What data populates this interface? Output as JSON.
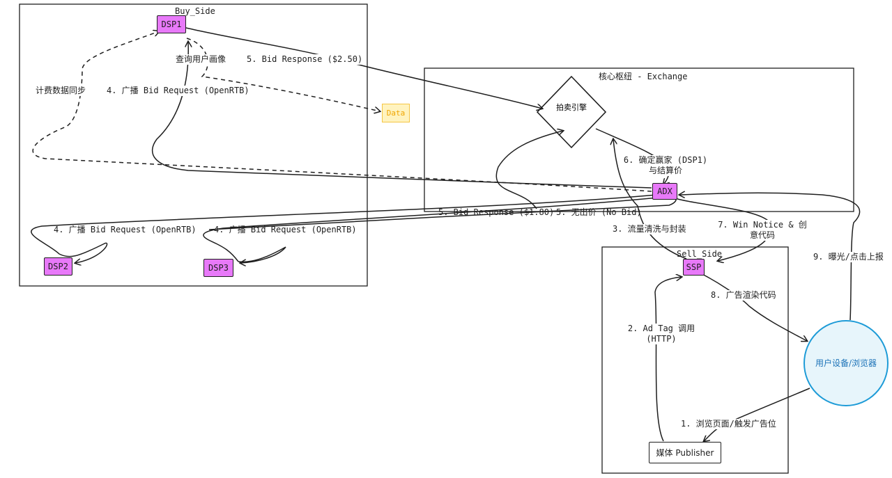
{
  "groups": {
    "buy_side": "Buy_Side",
    "exchange": "核心枢纽 - Exchange",
    "sell_side": "Sell_Side"
  },
  "nodes": {
    "dsp1": "DSP1",
    "dsp2": "DSP2",
    "dsp3": "DSP3",
    "data": "Data",
    "auction_engine": "拍卖引擎",
    "adx": "ADX",
    "ssp": "SSP",
    "publisher": "媒体 Publisher",
    "user_device": "用户设备/浏览器"
  },
  "edges": {
    "query_profile": "查询用户画像",
    "bid_response_dsp1": "5. Bid Response ($2.50)",
    "billing_sync": "计费数据同步",
    "bid_request_dsp1": "4. 广播 Bid Request (OpenRTB)",
    "bid_request_dsp2": "4. 广播 Bid Request (OpenRTB)",
    "bid_request_dsp3": "4. 广播 Bid Request (OpenRTB)",
    "bid_response_dsp2": "5. Bid Response ($1.80)",
    "no_bid_dsp3": "5. 无出价 (No Bid)",
    "winner": "6. 确定赢家 (DSP1) 与结算价",
    "cleanse": "3. 流量清洗与封装",
    "win_notice": "7. Win Notice & 创意代码",
    "render": "8. 广告渲染代码",
    "impression": "9. 曝光/点击上报",
    "ad_tag": "2. Ad Tag 调用 (HTTP)",
    "browse": "1. 浏览页面/触发广告位"
  }
}
